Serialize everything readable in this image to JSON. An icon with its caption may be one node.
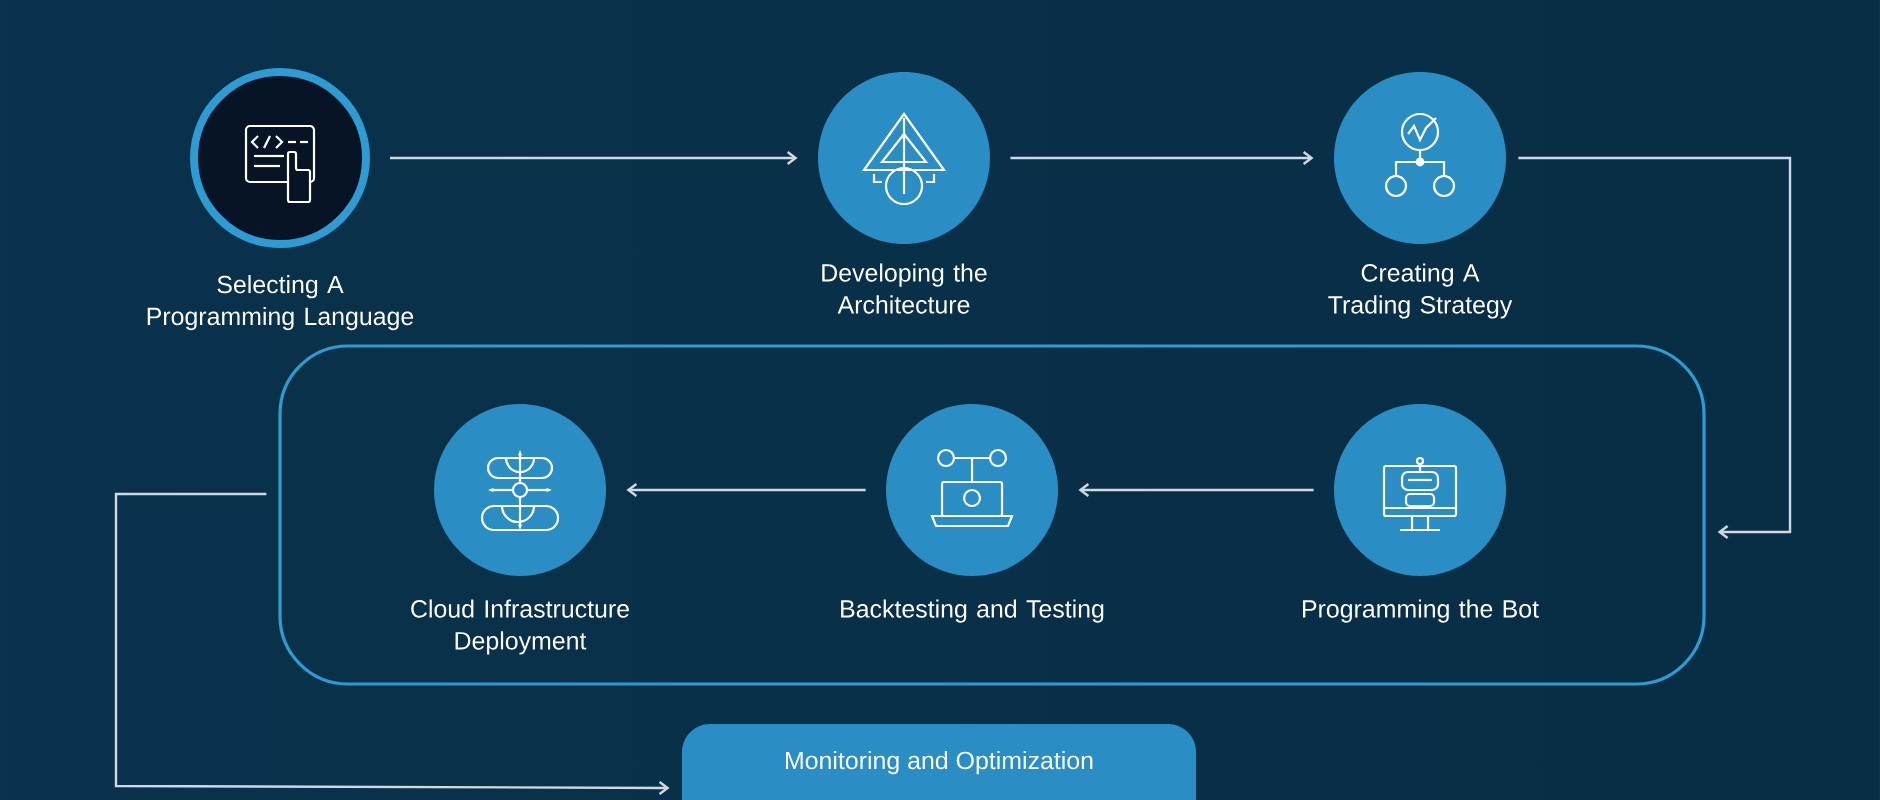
{
  "diagram": {
    "nodes": [
      {
        "text": [
          "Selecting A Programming Language"
        ]
      },
      {
        "text": [
          "Developing the Architecture"
        ]
      },
      {
        "text": [
          "Creating A Trading Strategy"
        ]
      },
      {
        "text": [],
        "shape": "box"
      },
      {
        "text": [
          "Cloud Infrastructure Deployment"
        ],
        "in": 3
      },
      {
        "text": [
          "Backtesting and Testing"
        ],
        "in": 3
      },
      {
        "text": [
          "Programming the Bot"
        ],
        "in": 3
      },
      {
        "text": [
          "Monitoring and Optimization"
        ]
      }
    ],
    "edges": [
      {
        "from": 0,
        "to": 1,
        "arrow": "to"
      },
      {
        "from": 1,
        "to": 2,
        "arrow": "to"
      },
      {
        "from": 2,
        "to": 3,
        "arrow": "to"
      },
      {
        "from": 6,
        "to": 5,
        "arrow": "to"
      },
      {
        "from": 5,
        "to": 4,
        "arrow": "to"
      },
      {
        "from": 3,
        "to": 7,
        "arrow": "to"
      }
    ]
  }
}
